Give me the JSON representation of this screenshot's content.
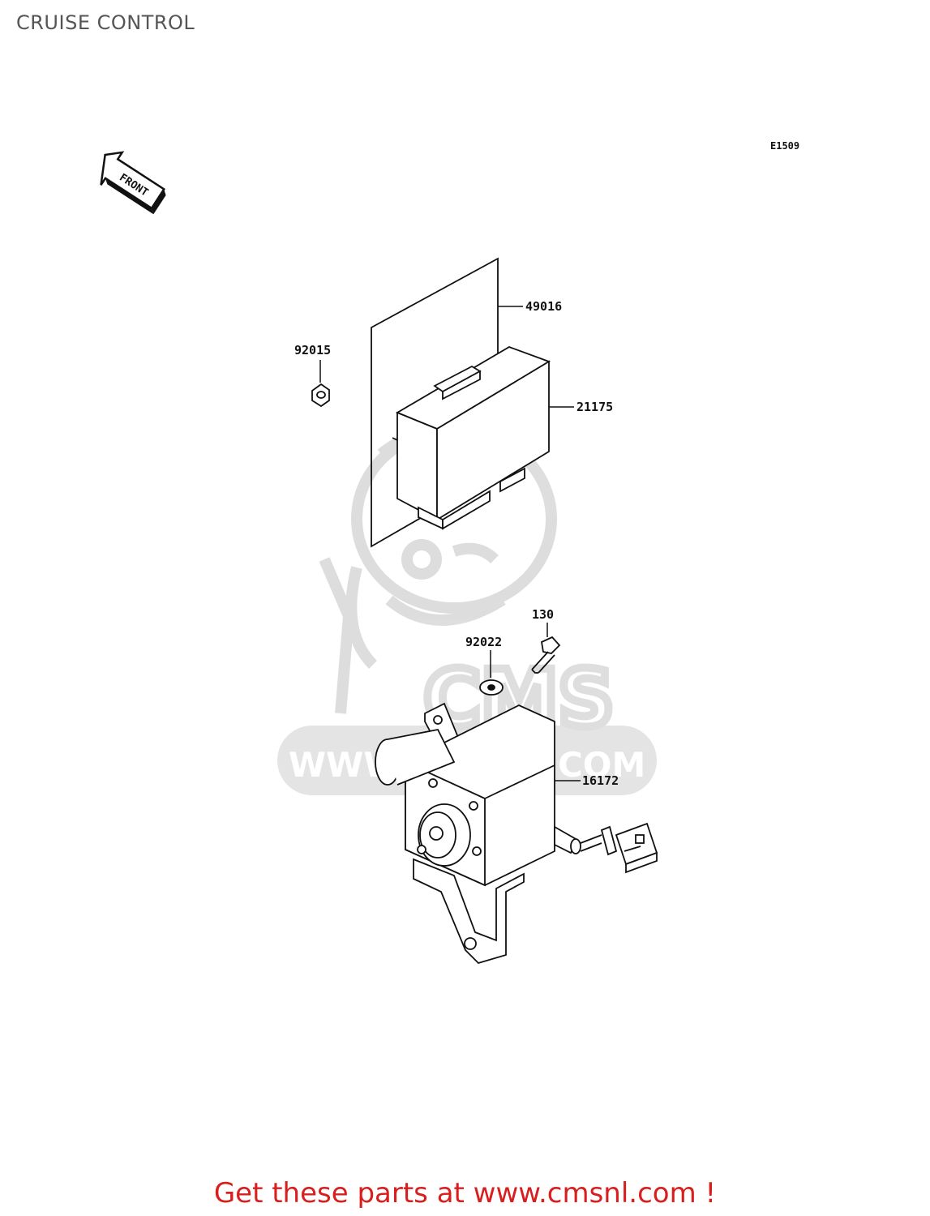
{
  "title": "CRUISE CONTROL",
  "diagram_code": "E1509",
  "front_arrow_text": "FRONT",
  "parts": [
    {
      "number": "49016"
    },
    {
      "number": "92015"
    },
    {
      "number": "21175"
    },
    {
      "number": "130"
    },
    {
      "number": "92022"
    },
    {
      "number": "16172"
    }
  ],
  "watermark": {
    "logo_text": "CMS",
    "site_text": "WWW.CMSNL.COM"
  },
  "footer": "Get these parts at www.cmsnl.com !",
  "colors": {
    "footer_text": "#d91e1e",
    "title_text": "#555555",
    "watermark": "#dddddd"
  }
}
